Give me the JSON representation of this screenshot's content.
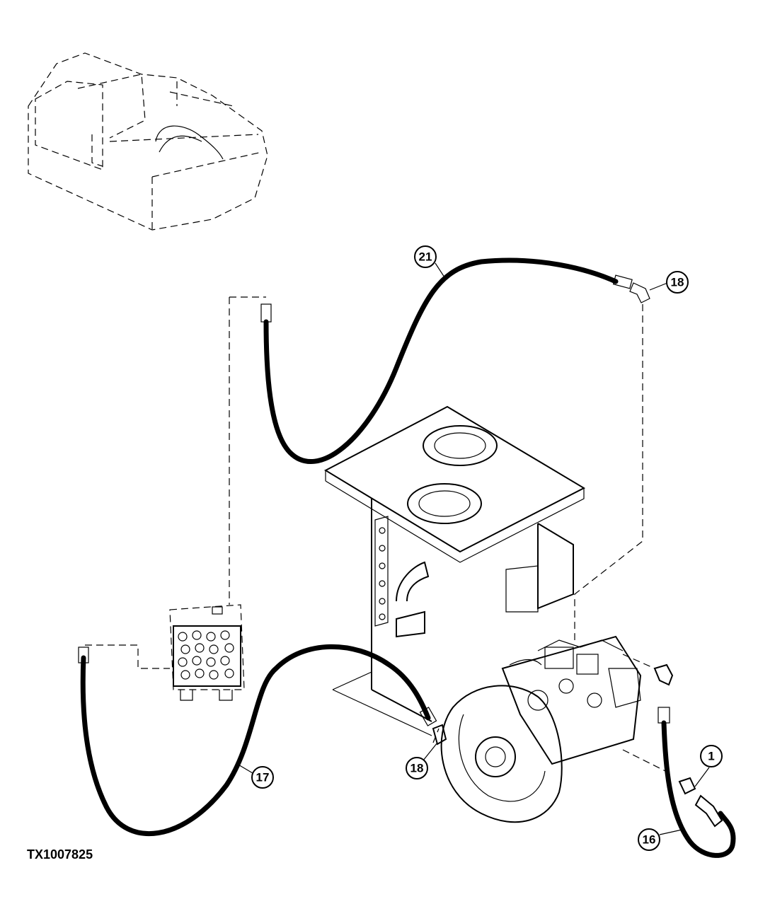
{
  "figure_id": "TX1007825",
  "callouts": {
    "c21": "21",
    "c18_top": "18",
    "c18_bottom": "18",
    "c17": "17",
    "c16": "16",
    "c1": "1"
  }
}
